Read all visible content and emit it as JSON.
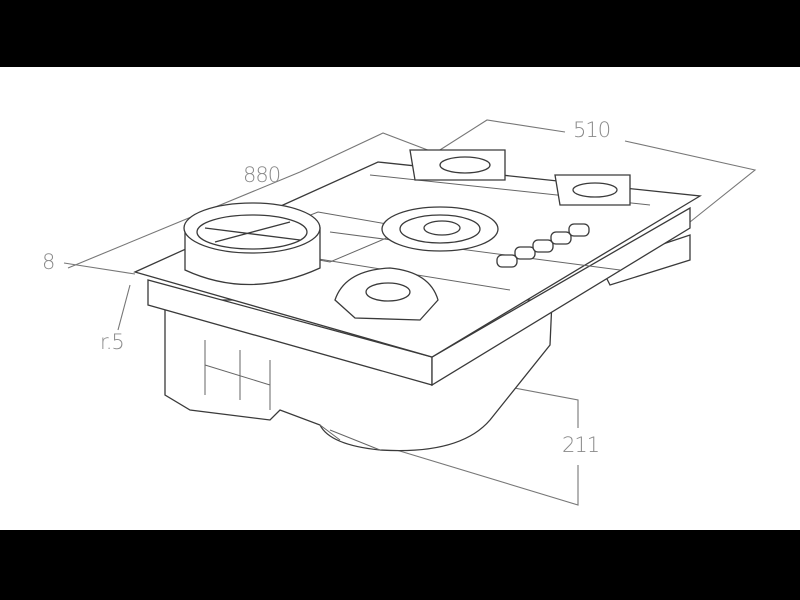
{
  "diagram": {
    "dimensions": {
      "length": "880",
      "depth": "510",
      "thickness": "8",
      "radius": "r.5",
      "height": "211"
    },
    "colors": {
      "background": "#ffffff",
      "frame": "#000000",
      "line": "#3a3a3a",
      "dimension_text": "#8a8a8a"
    }
  }
}
